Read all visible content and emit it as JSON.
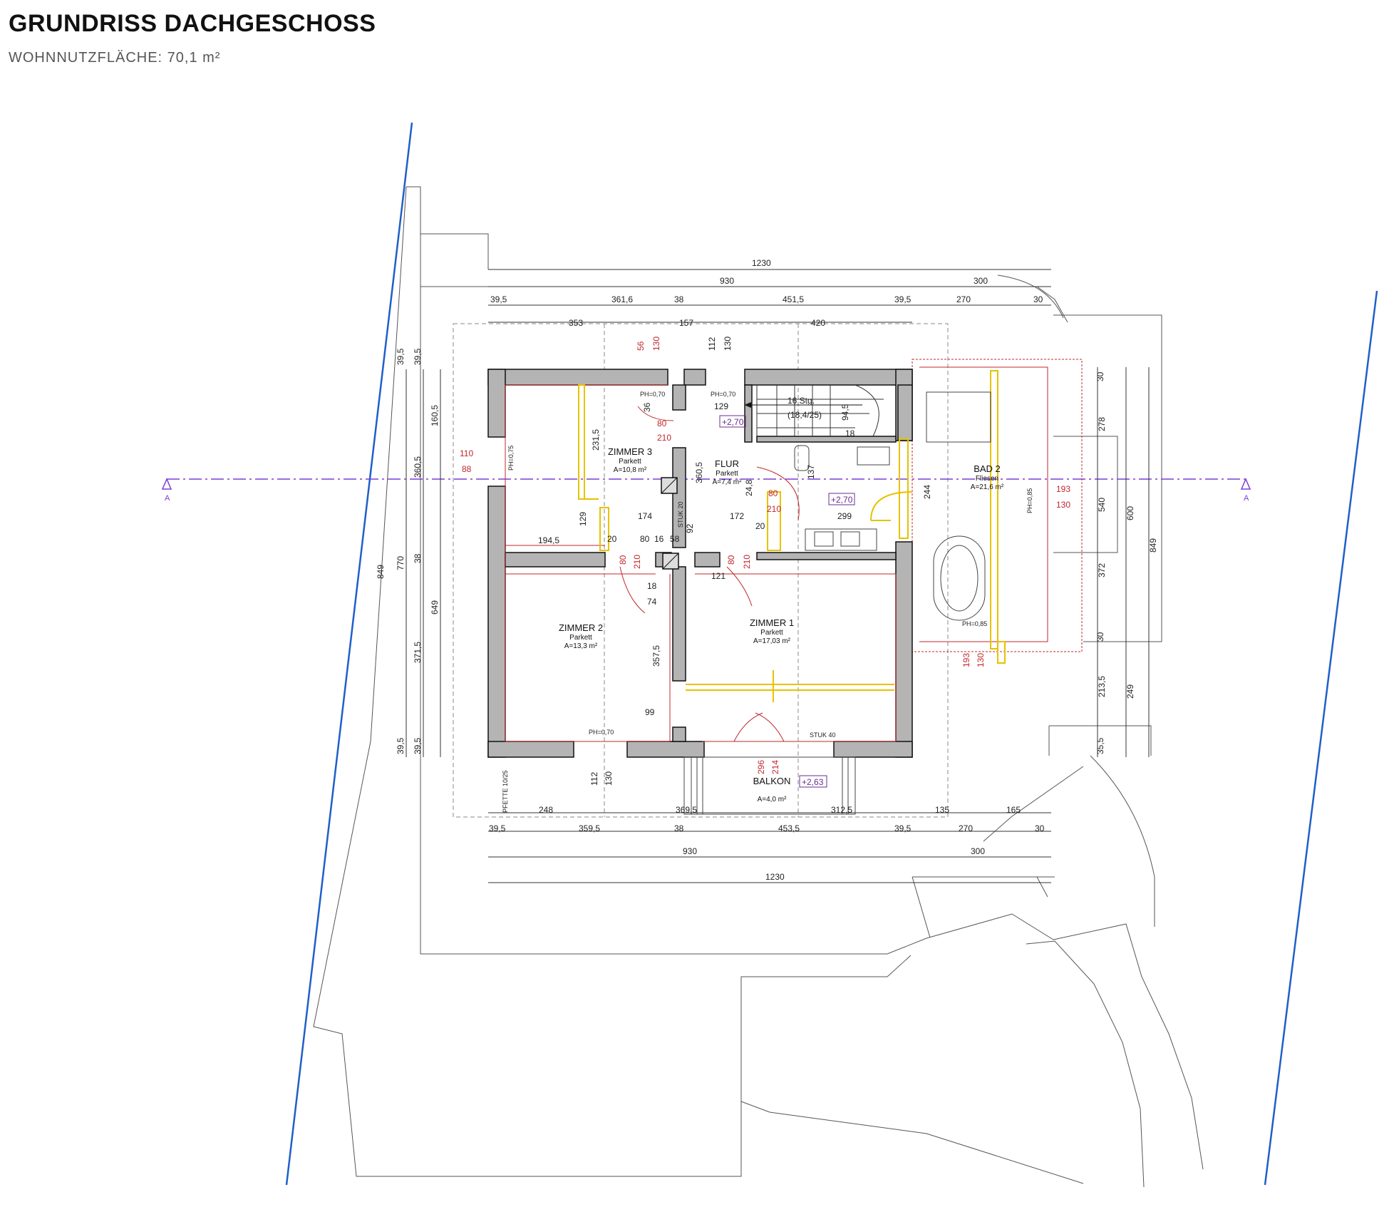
{
  "header": {
    "title": "GRUNDRISS DACHGESCHOSS",
    "subtitle": "WOHNNUTZFLÄCHE:  70,1 m²"
  },
  "rooms": {
    "zimmer3": {
      "name": "ZIMMER 3",
      "floor": "Parkett",
      "area": "A=10,8 m²"
    },
    "flur": {
      "name": "FLUR",
      "floor": "Parkett",
      "area": "A=7,4 m²"
    },
    "bad2": {
      "name": "BAD 2",
      "floor": "Fliesen",
      "area": "A=21,6 m²"
    },
    "zimmer2": {
      "name": "ZIMMER 2",
      "floor": "Parkett",
      "area": "A=13,3 m²"
    },
    "zimmer1": {
      "name": "ZIMMER 1",
      "floor": "Parkett",
      "area": "A=17,03 m²"
    },
    "balkon": {
      "name": "BALKON",
      "area": "A=4,0 m²"
    }
  },
  "stairs": {
    "steps": "16 Stg.",
    "ratio": "(18,4/25)"
  },
  "levels": {
    "flur": "+2,70",
    "bad": "+2,70",
    "balkon": "+2,63"
  },
  "section_marker": "A",
  "labels": {
    "ph070a": "PH=0,70",
    "ph070b": "PH=0,70",
    "ph070c": "PH=0,70",
    "ph075": "PH=0,75",
    "ph085a": "PH=0,85",
    "ph085b": "PH=0,85",
    "stuk20": "STUK 20",
    "stuk40": "STUK 40",
    "pfette": "PFETTE 10/25"
  },
  "dims_top": {
    "d1230": "1230",
    "d930": "930",
    "d300": "300",
    "d395a": "39,5",
    "d3616": "361,6",
    "d38": "38",
    "d4515": "451,5",
    "d395b": "39,5",
    "d270": "270",
    "d30": "30",
    "d353": "353",
    "d157": "157",
    "d420": "420",
    "d56": "56",
    "d130a": "130",
    "d112a": "112",
    "d130b": "130"
  },
  "dims_bottom": {
    "d248": "248",
    "d3695": "369,5",
    "d3125": "312,5",
    "d135": "135",
    "d165": "165",
    "d395a": "39,5",
    "d3595": "359,5",
    "d38": "38",
    "d4535": "453,5",
    "d395b": "39,5",
    "d270": "270",
    "d30": "30",
    "d930": "930",
    "d300": "300",
    "d1230": "1230",
    "d112": "112",
    "d130": "130"
  },
  "dims_left": {
    "d395a": "39,5",
    "d395b": "39,5",
    "d1605": "160,5",
    "d3605": "360,5",
    "d770": "770",
    "d849": "849",
    "d38": "38",
    "d649": "649",
    "d3715": "371,5",
    "d395c": "39,5",
    "d395d": "39,5"
  },
  "dims_right": {
    "d30a": "30",
    "d278": "278",
    "d540": "540",
    "d600": "600",
    "d849": "849",
    "d372": "372",
    "d30b": "30",
    "d2135": "213,5",
    "d249": "249",
    "d355": "35,5"
  },
  "dims_inner": {
    "d2315": "231,5",
    "d174": "174",
    "d172": "172",
    "d299": "299",
    "d1945": "194,5",
    "d129a": "129",
    "d129b": "129",
    "d3605": "360,5",
    "d248": "24,8",
    "d945": "94,5",
    "d137": "137",
    "d244": "244",
    "d3575": "357,5",
    "d99": "99",
    "d121": "121",
    "d80a": "80",
    "d16": "16",
    "d58": "58",
    "d20a": "20",
    "d20b": "20",
    "d18a": "18",
    "d18b": "18",
    "d36": "36",
    "d74": "74",
    "d92": "92"
  },
  "dims_red": {
    "w110": "110",
    "w88": "88",
    "d80a": "80",
    "d210a": "210",
    "d80b": "80",
    "d210b": "210",
    "d80c": "80",
    "d210c": "210",
    "d80d": "80",
    "d210d": "210",
    "w193a": "193",
    "w130a": "130",
    "w193b": "193",
    "w130b": "130",
    "d296": "296",
    "d214": "214"
  }
}
